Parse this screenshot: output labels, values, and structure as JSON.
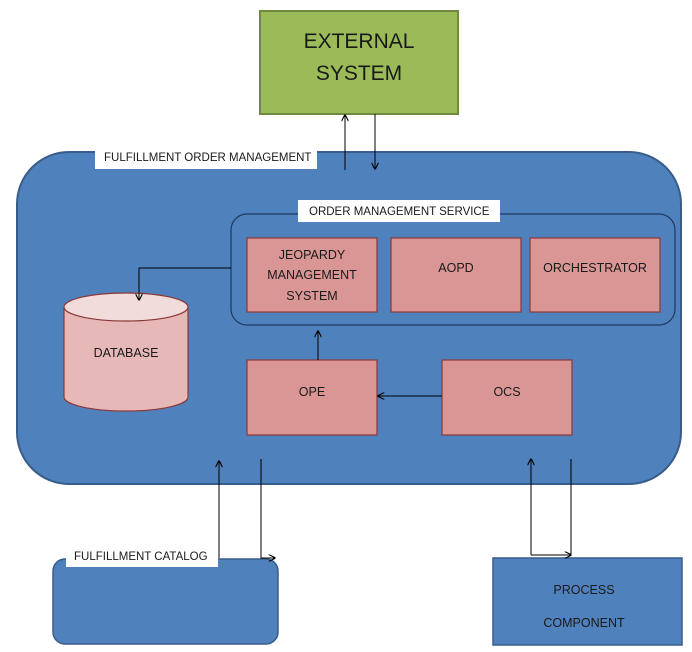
{
  "external_system": {
    "line1": "EXTERNAL",
    "line2": "SYSTEM"
  },
  "fulfillment_order_management": {
    "label": "FULFILLMENT ORDER MANAGEMENT"
  },
  "order_management_service": {
    "label": "ORDER MANAGEMENT SERVICE"
  },
  "jeopardy_management_system": {
    "line1": "JEOPARDY",
    "line2": "MANAGEMENT",
    "line3": "SYSTEM"
  },
  "aopd": {
    "label": "AOPD"
  },
  "orchestrator": {
    "label": "ORCHESTRATOR"
  },
  "database": {
    "label": "DATABASE"
  },
  "ope": {
    "label": "OPE"
  },
  "ocs": {
    "label": "OCS"
  },
  "fulfillment_catalog": {
    "label": "FULFILLMENT CATALOG"
  },
  "process_component": {
    "line1": "PROCESS",
    "line2": "COMPONENT"
  },
  "colors": {
    "external_fill": "#9BBB59",
    "external_stroke": "#71893F",
    "container_fill": "#4F81BD",
    "container_stroke": "#385D8A",
    "component_fill": "#D99694",
    "component_stroke": "#8C3836",
    "database_fill": "#E6B9B8",
    "label_fill": "#FFFFFF"
  }
}
